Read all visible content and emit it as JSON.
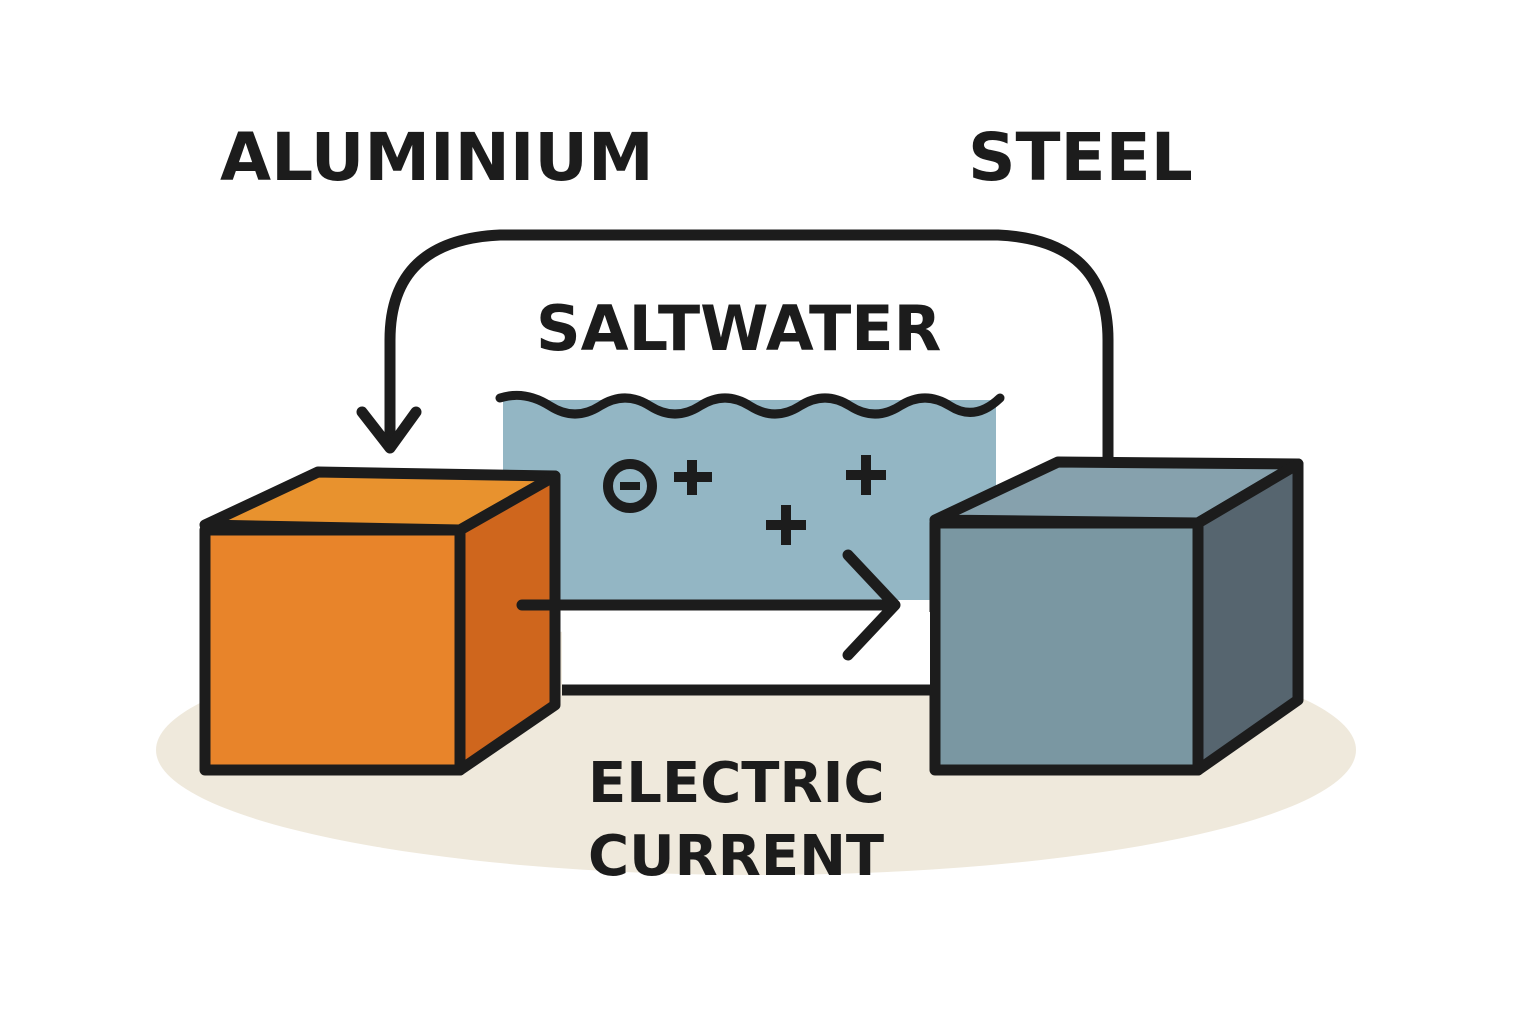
{
  "labels": {
    "aluminium": "ALUMINIUM",
    "steel": "STEEL",
    "saltwater": "SALTWATER",
    "electric_line1": "ELECTRIC",
    "electric_line2": "CURRENT"
  },
  "ions": [
    "−",
    "+",
    "+",
    "+"
  ],
  "colors": {
    "aluminium": "#e8842a",
    "steel": "#7a97a2",
    "water": "#93b6c4",
    "ground": "#efe9dc",
    "outline": "#1c1c1c"
  }
}
